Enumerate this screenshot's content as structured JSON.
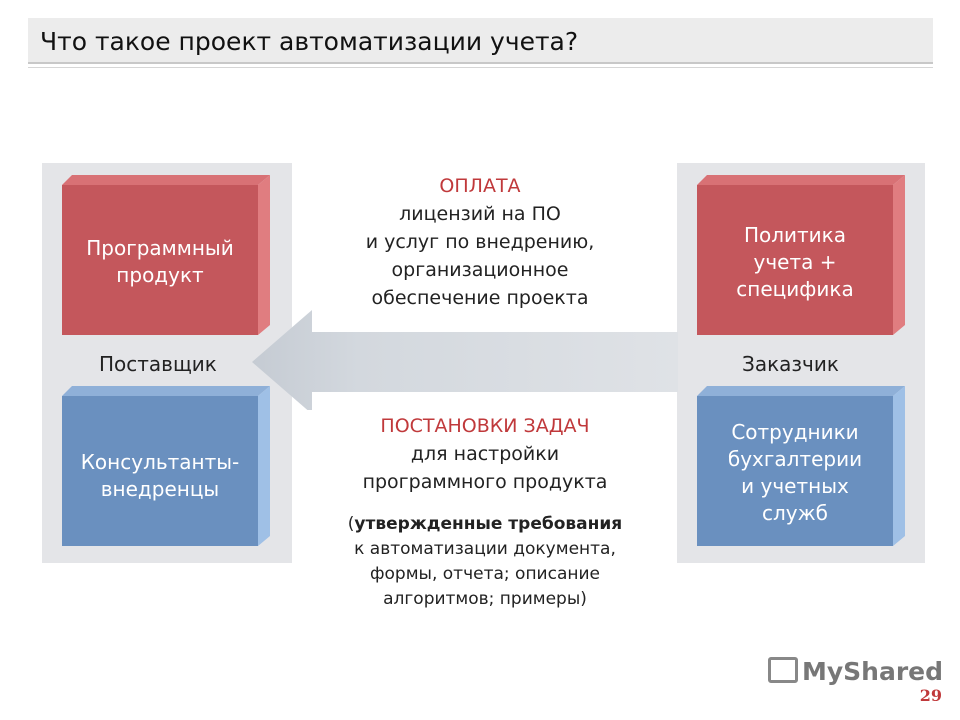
{
  "title": "Что такое проект автоматизации учета?",
  "supplier": {
    "label": "Поставщик",
    "top_box": [
      "Программный",
      "продукт"
    ],
    "bottom_box": [
      "Консультанты-",
      "внедренцы"
    ]
  },
  "customer": {
    "label": "Заказчик",
    "top_box": [
      "Политика",
      "учета +",
      "спецификa"
    ],
    "bottom_box": [
      "Сотрудники",
      "бухгалтерии",
      "и учетных",
      "служб"
    ]
  },
  "payment": {
    "heading": "ОПЛАТА",
    "lines": [
      "лицензий на ПО",
      "и услуг по внедрению,",
      "организационное",
      "обеспечение проекта"
    ]
  },
  "tasks": {
    "heading": "ПОСТАНОВКИ ЗАДАЧ",
    "lines": [
      "для настройки",
      "программного продукта"
    ]
  },
  "note": {
    "open": "(",
    "bold": "утвержденные требования",
    "lines": [
      "к автоматизации документа,",
      "формы, отчета; описание",
      "алгоритмов; примеры)"
    ]
  },
  "logo": "MyShared",
  "page_number": "29",
  "colors": {
    "red": "#c4575c",
    "blue": "#6a90bf",
    "accent": "#c0393b",
    "panel": "#e4e5e8"
  }
}
